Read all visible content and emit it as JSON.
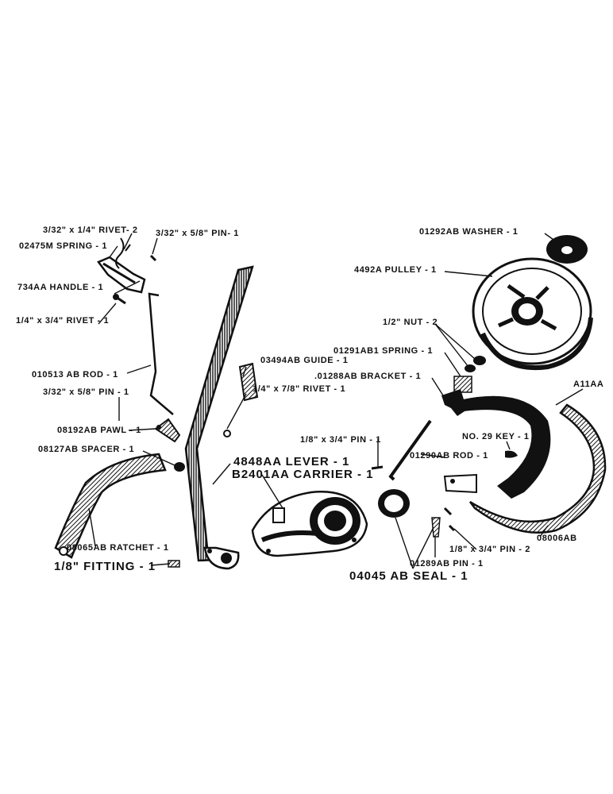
{
  "labels": {
    "rivet_332x14": "3/32\" x 1/4\" RIVET- 2",
    "pin_332x58_top": "3/32\" x 5/8\" PIN- 1",
    "spring_02475m": "02475M SPRING - 1",
    "handle_734aa": "734AA HANDLE - 1",
    "rivet_14x34": "1/4\" x 3/4\" RIVET - 1",
    "rod_010513ab": "010513 AB ROD - 1",
    "pin_332x58_mid": "3/32\" x 5/8\" PIN - 1",
    "pawl_08192ab": "08192AB PAWL - 1",
    "spacer_08127ab": "08127AB SPACER - 1",
    "ratchet_08065ab": "08065AB RATCHET - 1",
    "fitting_18": "1/8\" FITTING - 1",
    "guide_03494ab": "03494AB GUIDE - 1",
    "rivet_14x78": "1/4\" x 7/8\" RIVET - 1",
    "lever_4848aa": "4848AA LEVER - 1",
    "carrier_b2401aa": "B2401AA CARRIER - 1",
    "washer_01292ab": "01292AB WASHER - 1",
    "pulley_4492a": "4492A PULLEY - 1",
    "nut_12": "1/2\" NUT - 2",
    "spring_01291ab1": "01291AB1 SPRING - 1",
    "bracket_01288ab": ".01288AB BRACKET - 1",
    "band_a11aa": "A11AA",
    "pin_18x34_single": "1/8\" x 3/4\" PIN - 1",
    "key_no29": "NO. 29 KEY - 1",
    "rod_01290ab": "01290AB ROD - 1",
    "pin_18x34_double": "1/8\" x 3/4\" PIN - 2",
    "lining_08006ab": "08006AB",
    "pin_01289ab": "01289AB PIN - 1",
    "seal_04045ab": "04045 AB SEAL - 1"
  },
  "colors": {
    "ink": "#111111",
    "paper": "#ffffff"
  }
}
